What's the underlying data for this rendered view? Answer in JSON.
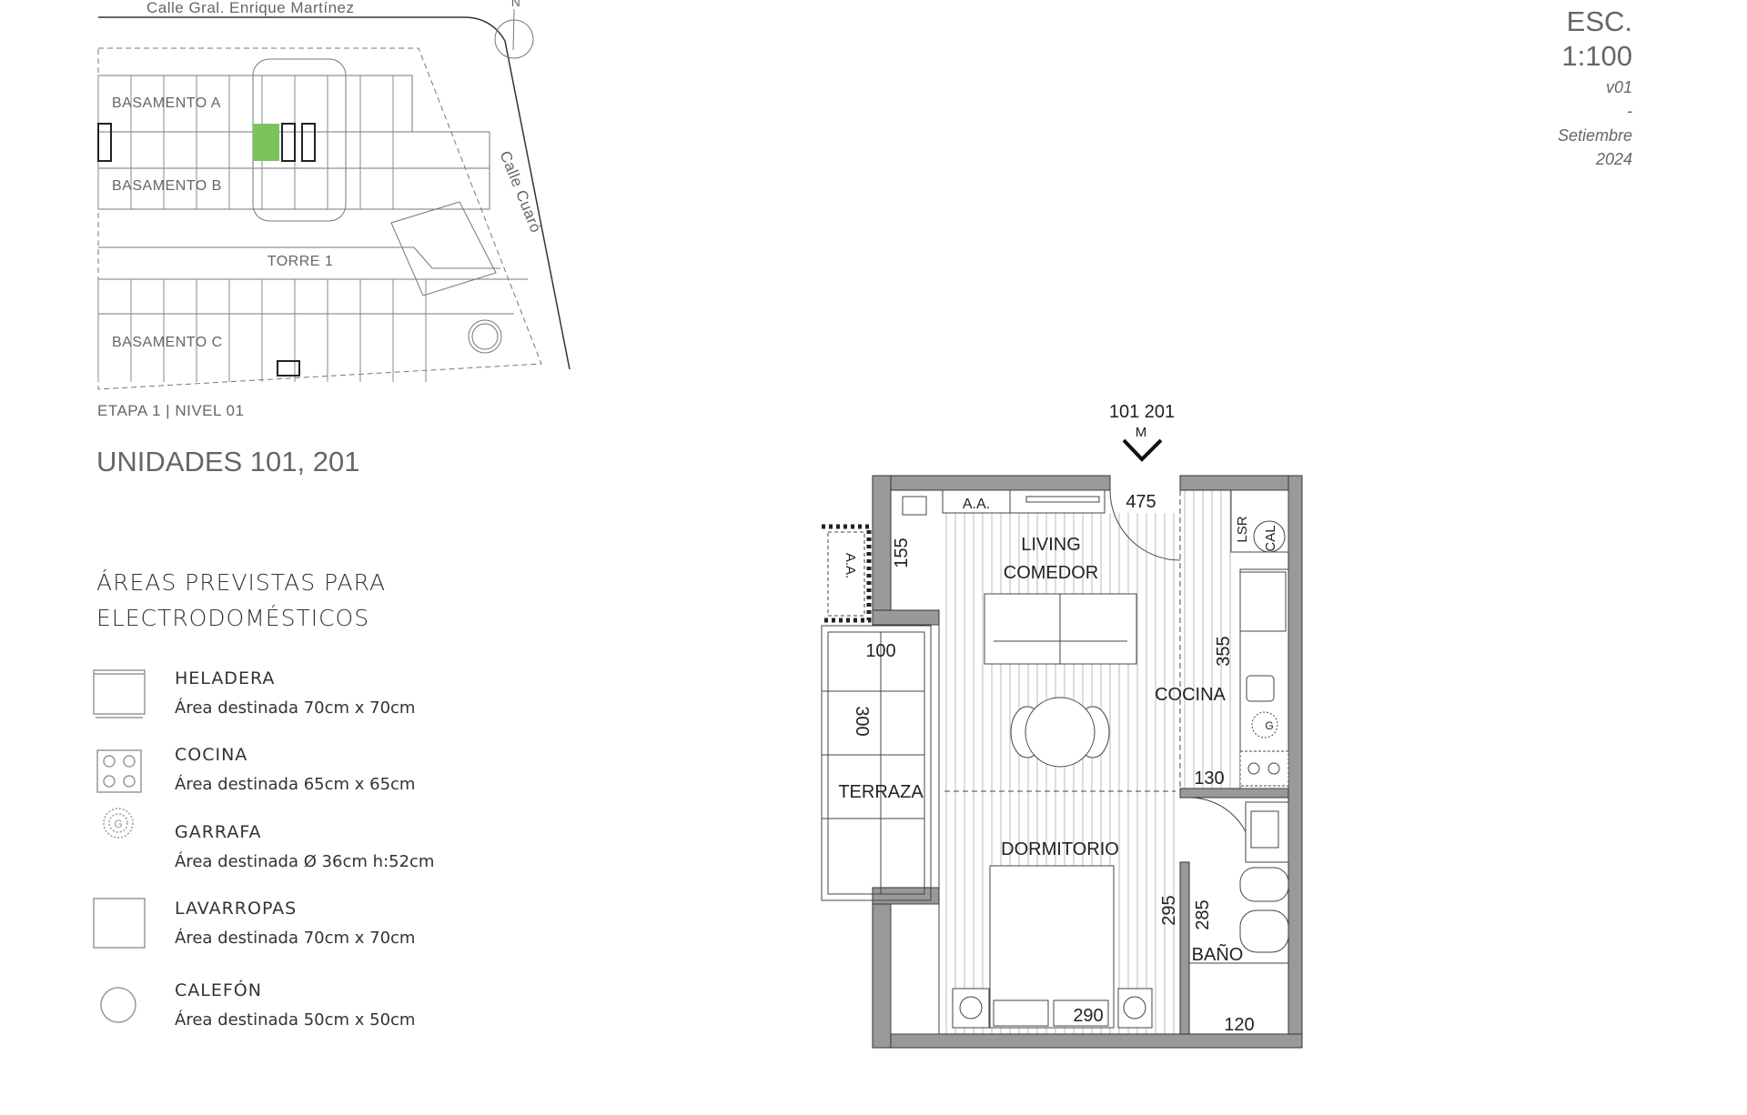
{
  "site_plan": {
    "street_top": "Calle Gral. Enrique Martínez",
    "street_right": "Calle Cuaró",
    "north": "N",
    "blocks": [
      "BASAMENTO A",
      "BASAMENTO B",
      "TORRE 1",
      "BASAMENTO C"
    ],
    "highlight_color": "#7dc35b"
  },
  "level_label": "ETAPA 1 | NIVEL 01",
  "units_title": "UNIDADES 101, 201",
  "legend": {
    "title_line1": "ÁREAS PREVISTAS PARA",
    "title_line2": "ELECTRODOMÉSTICOS",
    "items": [
      {
        "name": "HELADERA",
        "desc": "Área destinada 70cm x 70cm",
        "icon": "fridge-icon"
      },
      {
        "name": "COCINA",
        "desc": "Área destinada 65cm x 65cm",
        "icon": "stove-icon"
      },
      {
        "name": "GARRAFA",
        "desc": "Área destinada Ø 36cm h:52cm",
        "icon": "gas-cylinder-icon"
      },
      {
        "name": "LAVARROPAS",
        "desc": "Área destinada 70cm x 70cm",
        "icon": "washer-icon"
      },
      {
        "name": "CALEFÓN",
        "desc": "Área destinada 50cm x 50cm",
        "icon": "water-heater-icon"
      }
    ]
  },
  "scale": {
    "line1": "ESC.",
    "line2": "1:100",
    "version": "v01",
    "dash": "-",
    "month": "Setiembre",
    "year": "2024"
  },
  "plan": {
    "units": "101 201",
    "entry": "M",
    "aa_top": "A.A.",
    "aa_side": "A.A.",
    "living1": "LIVING",
    "living2": "COMEDOR",
    "cocina": "COCINA",
    "terraza": "TERRAZA",
    "dormitorio": "DORMITORIO",
    "bano": "BAÑO",
    "lsr": "LSR",
    "cal": "CAL",
    "garrafa_g": "G",
    "dims": {
      "d475": "475",
      "d155": "155",
      "d100": "100",
      "d300": "300",
      "d355": "355",
      "d130": "130",
      "d295": "295",
      "d285": "285",
      "d290": "290",
      "d120": "120"
    }
  }
}
